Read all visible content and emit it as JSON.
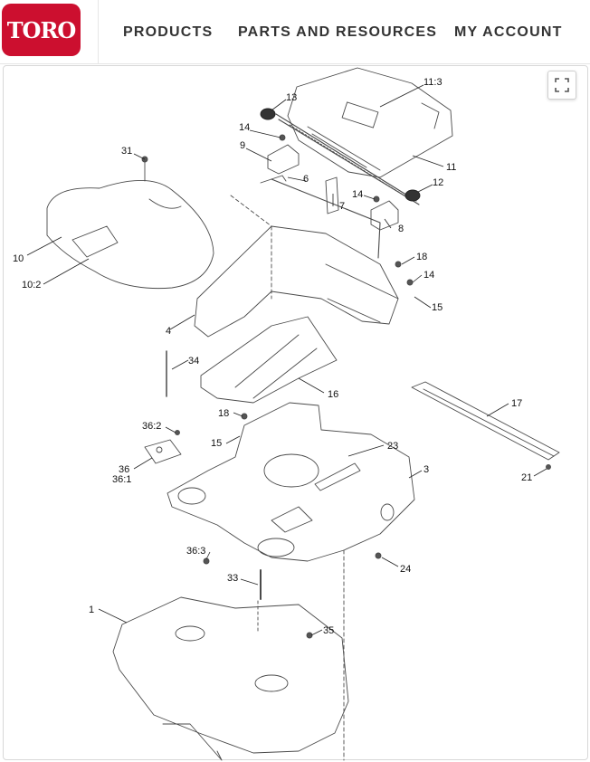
{
  "brand": {
    "logo_text": "TORO",
    "color": "#cc0f2f"
  },
  "nav": {
    "products": "PRODUCTS",
    "parts": "PARTS AND RESOURCES",
    "account": "MY ACCOUNT"
  },
  "viewer": {
    "expand_icon": "expand-icon"
  },
  "callouts": {
    "c11_3": "11:3",
    "c13": "13",
    "c14a": "14",
    "c9": "9",
    "c31": "31",
    "c11": "11",
    "c6": "6",
    "c12": "12",
    "c14b": "14",
    "c7": "7",
    "c8": "8",
    "c10": "10",
    "c10_2": "10:2",
    "c18a": "18",
    "c14c": "14",
    "c15a": "15",
    "c4": "4",
    "c34": "34",
    "c16": "16",
    "c17": "17",
    "c18b": "18",
    "c36_2": "36:2",
    "c15b": "15",
    "c23": "23",
    "c36": "36",
    "c36_1": "36:1",
    "c3": "3",
    "c21": "21",
    "c36_3": "36:3",
    "c24": "24",
    "c33": "33",
    "c1": "1",
    "c35": "35"
  }
}
